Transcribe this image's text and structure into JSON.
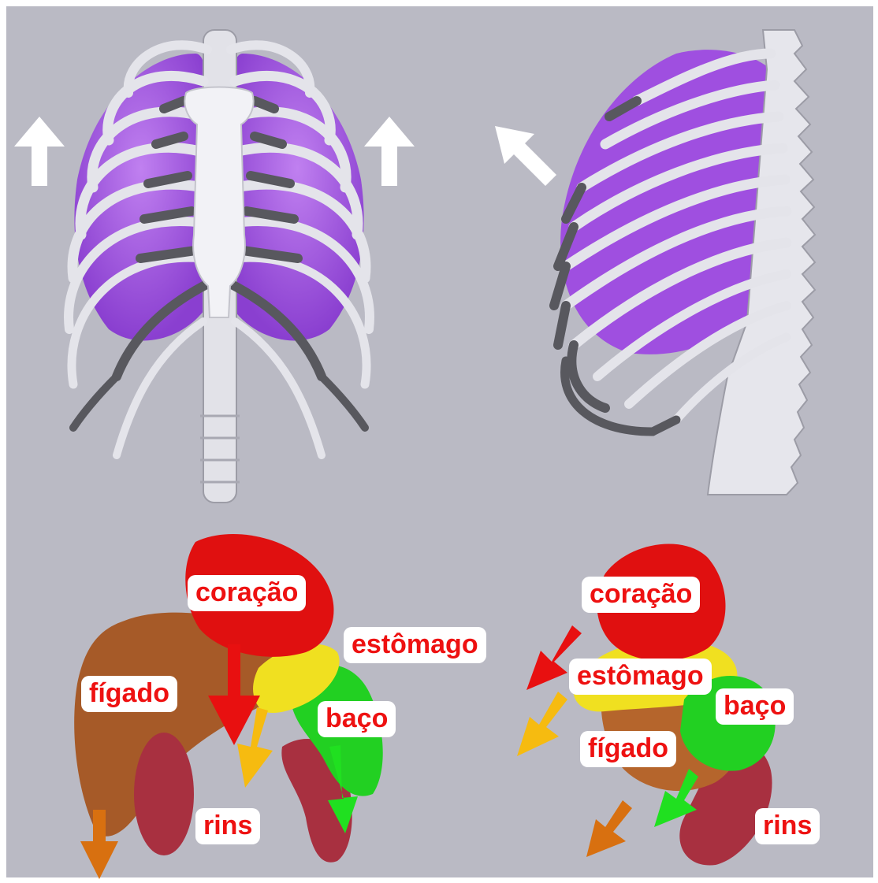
{
  "labels": {
    "front": {
      "heart": "coração",
      "stomach": "estômago",
      "liver": "fígado",
      "spleen": "baço",
      "kidneys": "rins"
    },
    "side": {
      "heart": "coração",
      "stomach": "estômago",
      "spleen": "baço",
      "liver": "fígado",
      "kidneys": "rins"
    }
  },
  "colors": {
    "background": "#babac4",
    "lung": "#a055e0",
    "rib_light": "#e4e4ea",
    "rib_dark": "#58585e",
    "heart": "#e01010",
    "liver": "#a65a28",
    "stomach": "#f0e020",
    "spleen": "#22d022",
    "kidney": "#a83040",
    "label_text": "#ee1111",
    "arrow_white": "#ffffff",
    "arrow_red": "#e81010",
    "arrow_yellow": "#f6bb10",
    "arrow_orange": "#d87010",
    "arrow_green": "#20e020"
  }
}
